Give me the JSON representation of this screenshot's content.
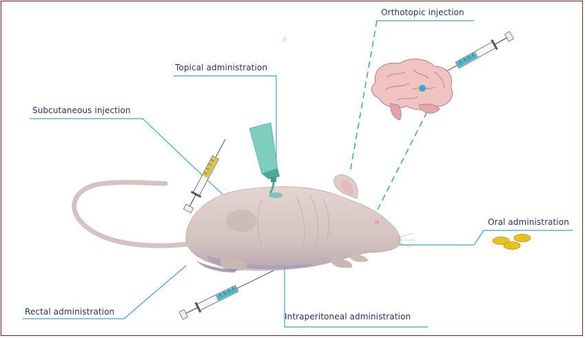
{
  "labels": {
    "orthotopic": "Orthotopic injection",
    "topical": "Topical administration",
    "subcutaneous": "Subcutaneous injection",
    "oral": "Oral administration",
    "rectal": "Rectal administration",
    "intraperitoneal": "Intraperitoneal administration"
  },
  "colors": {
    "frame": "#8b1a1a",
    "leader_line": "#3aa7c9",
    "label_text": "#2b2f5e",
    "mouse_body": "#d9c9c6",
    "brain": "#f0c3c3",
    "cream_tube": "#7fcdbf",
    "pills": "#e6c21c"
  },
  "icons": [
    "mouse-illustration",
    "brain-icon",
    "syringe-icon",
    "cream-tube-icon",
    "pill-icon"
  ]
}
